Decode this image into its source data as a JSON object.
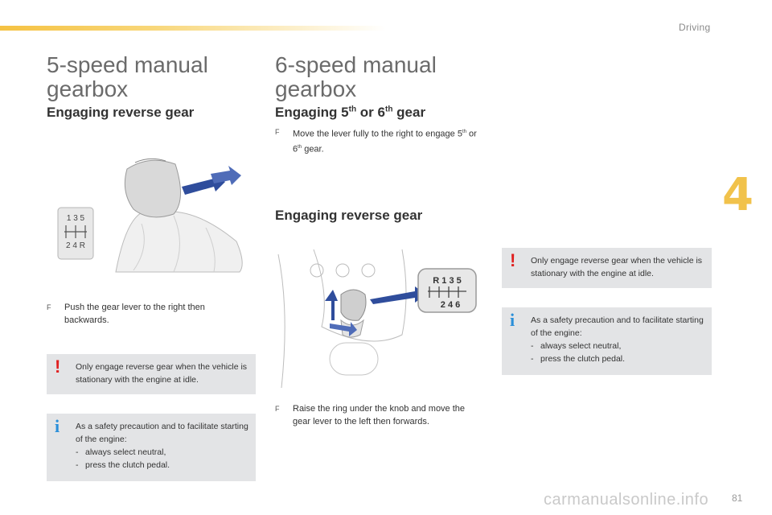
{
  "header": {
    "section": "Driving",
    "chapter": "4",
    "page": "81"
  },
  "left": {
    "title_line1": "5-speed manual",
    "title_line2": "gearbox",
    "subtitle": "Engaging reverse gear",
    "pattern_top": "1 3 5",
    "pattern_bottom": "2 4 R",
    "step_mark": "F",
    "step": "Push the gear lever to the right then backwards.",
    "warning": "Only engage reverse gear when the vehicle is stationary with the engine at idle.",
    "info_intro": "As a safety precaution and to facilitate starting of the engine:",
    "info_items": [
      "always select neutral,",
      "press the clutch pedal."
    ],
    "dash": "-"
  },
  "right": {
    "title_line1": "6-speed manual",
    "title_line2": "gearbox",
    "sub1_pre": "Engaging 5",
    "sub1_sup1": "th",
    "sub1_mid": " or 6",
    "sub1_sup2": "th",
    "sub1_post": " gear",
    "step1_mark": "F",
    "step1_pre": "Move the lever fully to the right to engage 5",
    "step1_sup1": "th",
    "step1_mid": " or 6",
    "step1_sup2": "th",
    "step1_post": " gear.",
    "sub2": "Engaging reverse gear",
    "pattern_top": "R 1 3 5",
    "pattern_bottom": "2 4 6",
    "step2_mark": "F",
    "step2": "Raise the ring under the knob and move the gear lever to the left then forwards.",
    "warning": "Only engage reverse gear when the vehicle is stationary with the engine at idle.",
    "info_intro": "As a safety precaution and to facilitate starting of the engine:",
    "info_items": [
      "always select neutral,",
      "press the clutch pedal."
    ],
    "dash": "-"
  },
  "icons": {
    "warning": "!",
    "info": "i"
  },
  "watermark": "carmanualsonline.info",
  "colors": {
    "accent": "#f1c24b",
    "warning": "#e02020",
    "info": "#2a8fd9",
    "box_bg": "#e3e4e6",
    "arrow_blue": "#2f4d9c"
  }
}
